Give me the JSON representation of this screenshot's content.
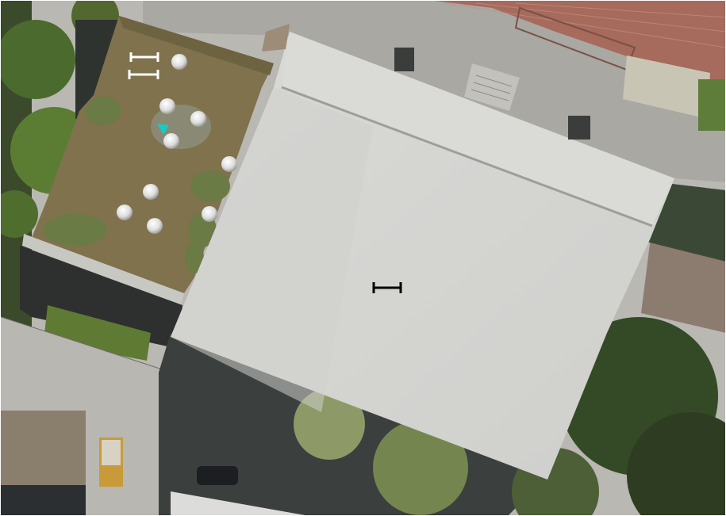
{
  "map": {
    "type": "aerial-orthophoto",
    "colors": {
      "roof": "#d3d3d0",
      "roof_shade": "#c9c9c6",
      "pavement": "#b8b8b4",
      "track": "#a86a5a",
      "grass": "#7c6f4a",
      "vegetation": "#4f6a32",
      "shadow": "#2a2d2c",
      "accent_marker": "#19c9c4",
      "marker_black": "#000000",
      "marker_white": "#ffffff"
    },
    "markers": [
      {
        "name": "measure-marker-black",
        "icon": "i-beam-icon",
        "color": "#000000"
      },
      {
        "name": "measure-marker-white-1",
        "icon": "i-beam-icon",
        "color": "#ffffff"
      },
      {
        "name": "measure-marker-white-2",
        "icon": "i-beam-icon",
        "color": "#ffffff"
      },
      {
        "name": "location-marker-cyan",
        "icon": "triangle-icon",
        "color": "#19c9c4"
      }
    ]
  }
}
